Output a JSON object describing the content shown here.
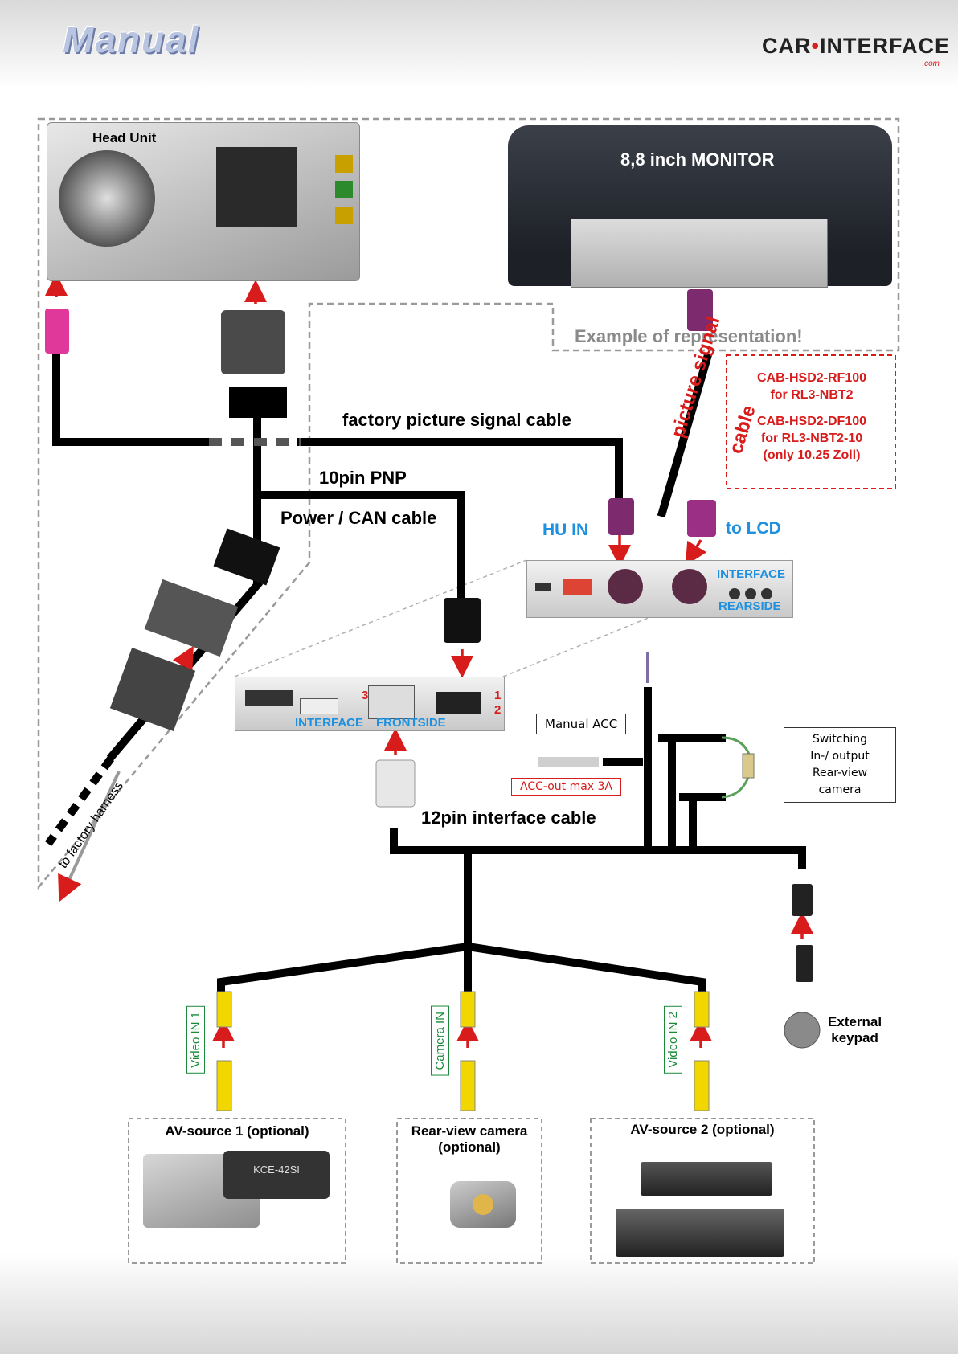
{
  "header": {
    "title": "Manual",
    "logo_text_left": "CAR",
    "logo_text_right": "INTERFACE",
    "logo_com": ".com"
  },
  "labels": {
    "head_unit": "Head Unit",
    "monitor": "8,8 inch MONITOR",
    "example_note": "Example  of  representation!",
    "factory_cable": "factory picture signal cable",
    "pnp_10pin": "10pin PNP",
    "power_can": "Power / CAN cable",
    "hu_in": "HU IN",
    "to_lcd": "to LCD",
    "picture_signal": "picture signal",
    "cable": "cable",
    "interface_rear_1": "INTERFACE",
    "interface_rear_2": "REARSIDE",
    "interface_front_1": "INTERFACE",
    "interface_front_2": "FRONTSIDE",
    "port_3": "3",
    "port_1": "1",
    "port_2": "2",
    "manual_acc": "Manual ACC",
    "acc_out": "ACC-out max 3A",
    "switching": [
      "Switching",
      "In-/ output",
      "Rear-view",
      "camera"
    ],
    "pin12": "12pin interface cable",
    "to_factory": "to factory harness",
    "external_keypad": [
      "External",
      "keypad"
    ],
    "video_in_1": "Video IN 1",
    "camera_in": "Camera IN",
    "video_in_2": "Video IN 2",
    "av1": "AV-source 1 (optional)",
    "rear_cam": [
      "Rear-view camera",
      "(optional)"
    ],
    "av2": "AV-source 2 (optional)",
    "av1_device": "KCE-42SI"
  },
  "cab_note": [
    "CAB-HSD2-RF100",
    "for RL3-NBT2",
    "CAB-HSD2-DF100",
    "for RL3-NBT2-10",
    "(only 10.25 Zoll)"
  ],
  "colors": {
    "cable": "#000000",
    "arrow": "#d81b1b",
    "blue_label": "#1e90e0",
    "green_label": "#1a8a3a",
    "fakra_pink": "#e0379a",
    "fakra_violet": "#7d2a6e",
    "rca_yellow": "#f2d600"
  }
}
